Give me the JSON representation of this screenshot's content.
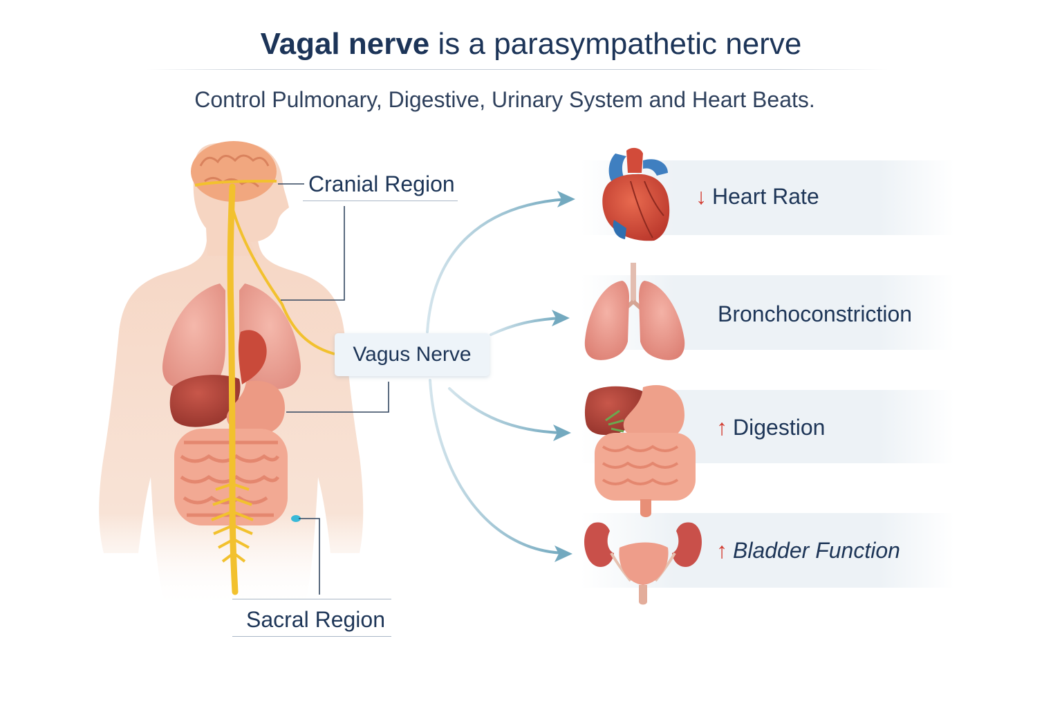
{
  "header": {
    "title_bold": "Vagal nerve",
    "title_rest": " is a parasympathetic nerve",
    "subtitle": "Control Pulmonary, Digestive, Urinary System and Heart Beats."
  },
  "labels": {
    "cranial": "Cranial Region",
    "sacral": "Sacral Region",
    "vagus": "Vagus Nerve"
  },
  "effects": [
    {
      "organ": "heart",
      "arrow": "↓",
      "text": "Heart Rate",
      "direction": "decrease"
    },
    {
      "organ": "lungs",
      "arrow": "",
      "text": "Bronchoconstriction",
      "direction": "none"
    },
    {
      "organ": "digestive-tract",
      "arrow": "↑",
      "text": "Digestion",
      "direction": "increase"
    },
    {
      "organ": "urinary-system",
      "arrow": "↑",
      "text": "Bladder Function",
      "direction": "increase"
    }
  ],
  "colors": {
    "heading": "#1c3458",
    "nerve": "#f2c12e",
    "connector_arrow": "#7fb0c4",
    "direction_arrow": "#d23a2e",
    "band": "#edf2f6"
  }
}
